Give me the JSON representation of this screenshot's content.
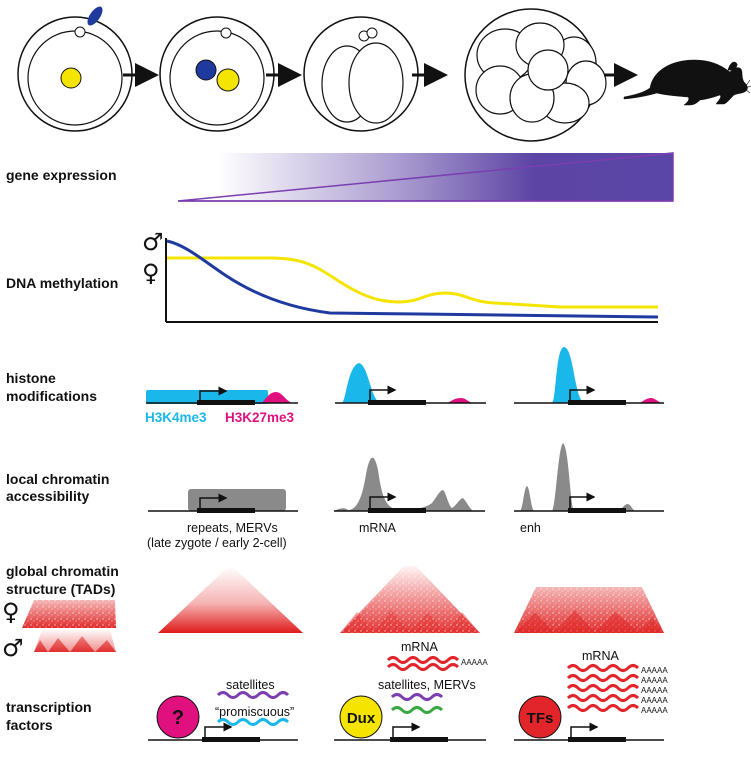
{
  "rows": {
    "gene_expression": "gene expression",
    "dna_methylation": "DNA methylation",
    "histone_1": "histone",
    "histone_2": "modifications",
    "local_1": "local chromatin",
    "local_2": "accessibility",
    "global_1": "global chromatin",
    "global_2": "structure (TADs)",
    "tf_1": "transcription",
    "tf_2": "factors"
  },
  "histone": {
    "mark_k4": "H3K4me3",
    "mark_k27": "H3K27me3"
  },
  "accessibility": {
    "label_1a": "repeats, MERVs",
    "label_1b": "(late zygote / early 2-cell)",
    "label_2": "mRNA",
    "label_3": "enh"
  },
  "tfs": {
    "unknown": "?",
    "dux": "Dux",
    "tfs": "TFs",
    "satellites": "satellites",
    "promiscuous": "“promiscuous”",
    "mrna_2": "mRNA",
    "satellites_merv": "satellites, MERVs",
    "mrna_3": "mRNA",
    "polya": "AAAAA"
  },
  "symbols": {
    "male": "♂",
    "female": "♀"
  },
  "colors": {
    "blue": "#1f3a9e",
    "yellow": "#f5e400",
    "purple": "#5b3fa0",
    "cyan": "#1ab7ea",
    "magenta": "#e0117f",
    "gray": "#8a8a8a",
    "red": "#e2252b",
    "green": "#3aa842"
  }
}
